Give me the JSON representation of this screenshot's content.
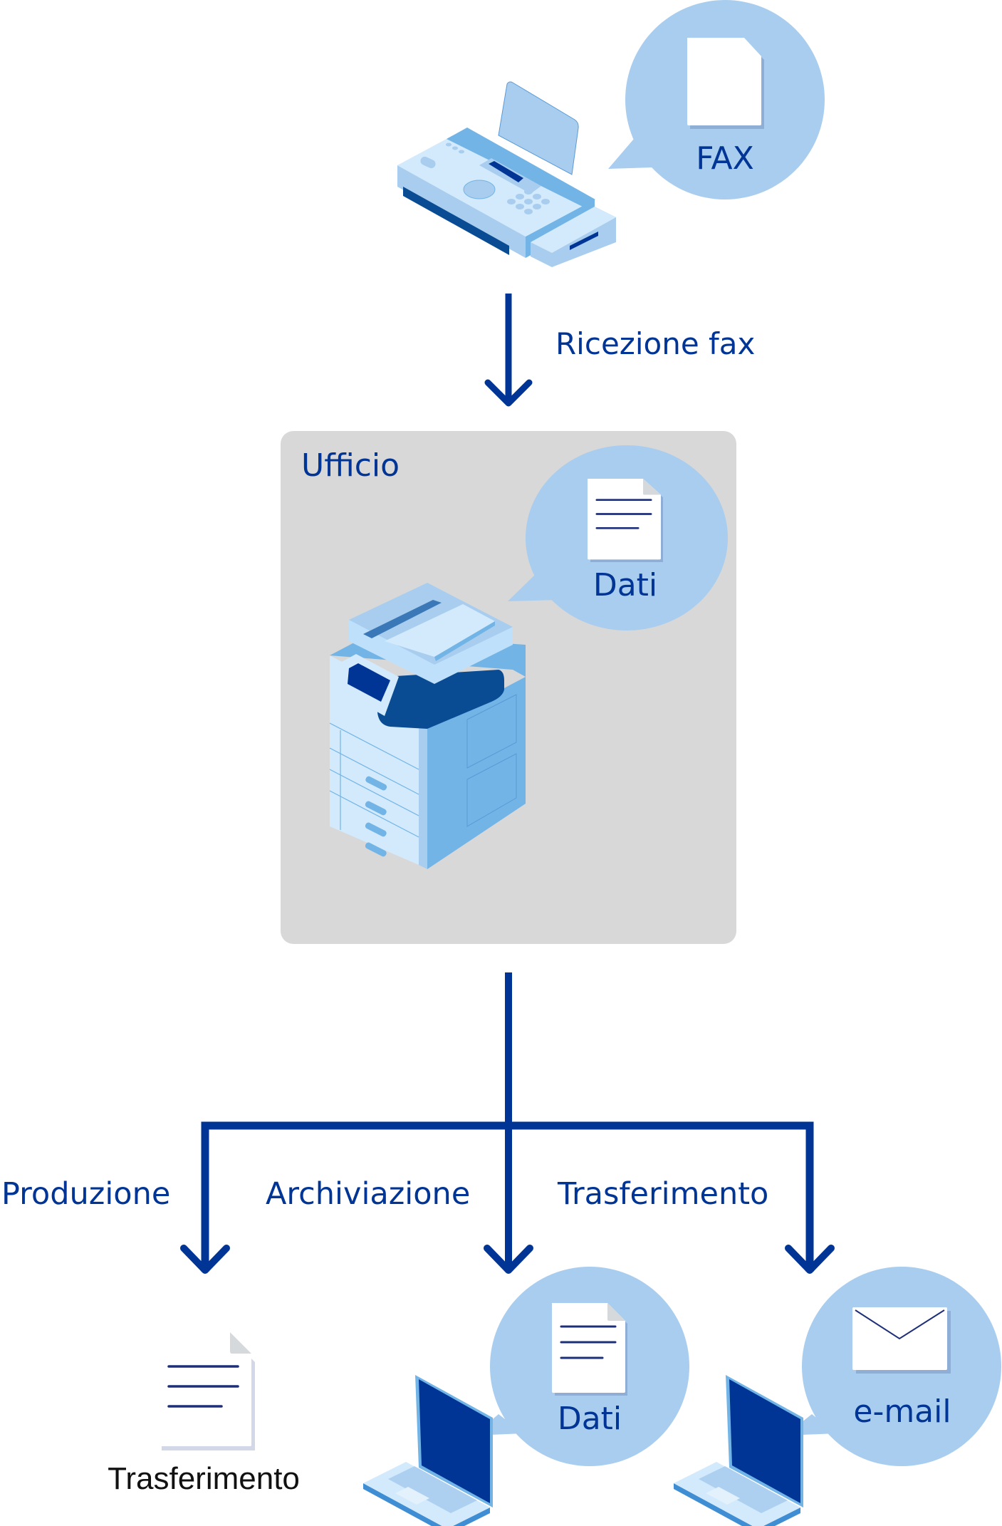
{
  "colors": {
    "primary": "#003595",
    "bubble": "#a9cdee",
    "office_box": "#d8d8d8",
    "device_light": "#d2eafc",
    "device_mid": "#a9cdee",
    "device_dark": "#72b4e6",
    "screen": "#003595",
    "doc_line": "#1e2f7a"
  },
  "source": {
    "device": "fax-machine",
    "bubble_label": "FAX",
    "bubble_icon": "blank-document-icon"
  },
  "step1": {
    "arrow_label": "Ricezione fax"
  },
  "office": {
    "title": "Ufficio",
    "device": "multifunction-printer",
    "bubble_label": "Dati",
    "bubble_icon": "text-document-icon"
  },
  "outputs": [
    {
      "branch_label": "Produzione",
      "icon": "text-document-icon",
      "caption": "Trasferimento"
    },
    {
      "branch_label": "Archiviazione",
      "device": "laptop",
      "bubble_label": "Dati",
      "bubble_icon": "text-document-icon"
    },
    {
      "branch_label": "Trasferimento",
      "device": "laptop",
      "bubble_label": "e-mail",
      "bubble_icon": "envelope-icon"
    }
  ]
}
